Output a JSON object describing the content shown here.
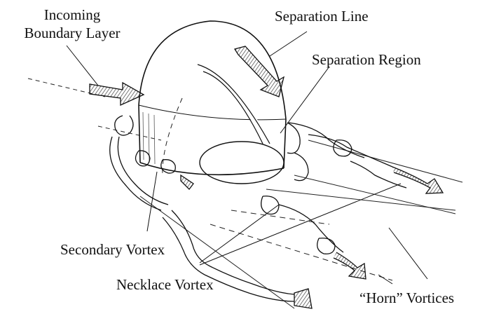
{
  "labels": {
    "incoming_boundary_layer_line1": "Incoming",
    "incoming_boundary_layer_line2": "Boundary Layer",
    "separation_line": "Separation Line",
    "separation_region": "Separation Region",
    "secondary_vortex": "Secondary Vortex",
    "necklace_vortex": "Necklace Vortex",
    "horn_vortices": "“Horn” Vortices"
  },
  "colors": {
    "ink": "#111111",
    "shade": "#555555",
    "background": "#ffffff"
  }
}
